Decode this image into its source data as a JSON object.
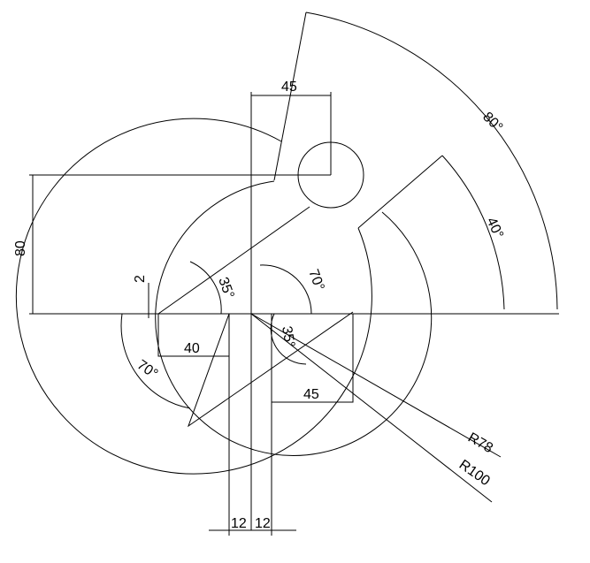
{
  "drawing": {
    "dim_top_width": "45",
    "dim_arc_80": "80°",
    "dim_arc_40": "40°",
    "dim_vertical_80": "80",
    "dim_offset_2": "2",
    "dim_width_40": "40",
    "dim_width_45": "45",
    "dim_angle_left_35": "35°",
    "dim_angle_left_70": "70°",
    "dim_angle_right_70": "70°",
    "dim_angle_right_35": "35°",
    "dim_radius_78": "R78",
    "dim_radius_100": "R100",
    "dim_bottom_left_12": "12",
    "dim_bottom_right_12": "12"
  }
}
